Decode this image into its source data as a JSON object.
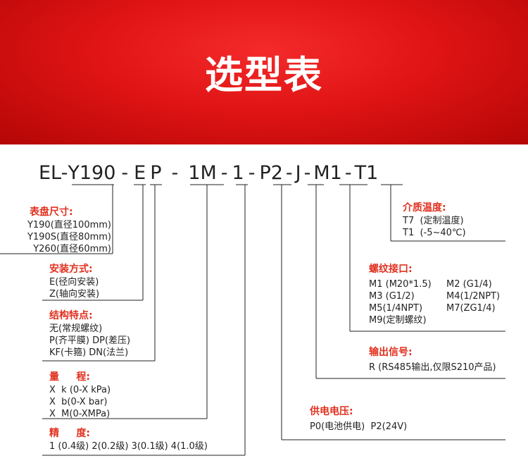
{
  "banner": {
    "title": "选型表"
  },
  "model_code": [
    "EL-",
    "Y190",
    "-",
    "E",
    "P",
    "-",
    "1M",
    "-",
    "1",
    "-",
    "P2",
    "-",
    "J",
    "-",
    "M1",
    "-",
    "T1"
  ],
  "groups": {
    "dial_size": {
      "title": "表盘尺寸:",
      "lines": [
        "Y190(直径100mm)",
        "Y190S(直径80mm)",
        "Y260(直径60mm)"
      ]
    },
    "mounting": {
      "title": "安装方式:",
      "lines": [
        "E(径向安装)",
        "Z(轴向安装)"
      ]
    },
    "structure": {
      "title": "结构特点:",
      "lines": [
        "无(常规螺纹)",
        "P(齐平膜) DP(差压)",
        "KF(卡箍)  DN(法兰)"
      ]
    },
    "range": {
      "title": "量     程:",
      "lines": [
        "X  k (0-X kPa)",
        "X  b(0-X bar)",
        "X  M(0-XMPa)"
      ]
    },
    "accuracy": {
      "title": "精     度:",
      "lines": [
        "1 (0.4级) 2(0.2级) 3(0.1级) 4(1.0级)"
      ]
    },
    "medium_temp": {
      "title": "介质温度:",
      "lines": [
        "T7  (定制温度)",
        "T1  (-5~40℃)"
      ]
    },
    "thread": {
      "title": "螺纹接口:",
      "rows": [
        [
          "M1 (M20*1.5)",
          "M2 (G1/4)"
        ],
        [
          "M3 (G1/2)",
          "M4(1/2NPT)"
        ],
        [
          "M5(1/4NPT)",
          "M7(ZG1/4)"
        ],
        [
          "M9(定制螺纹)",
          ""
        ]
      ]
    },
    "output": {
      "title": "输出信号:",
      "lines": [
        "R (RS485输出,仅限S210产品)"
      ]
    },
    "power": {
      "title": "供电电压:",
      "lines": [
        "P0(电池供电)  P2(24V)"
      ]
    }
  },
  "colors": {
    "banner_red": "#e01414",
    "heading_red": "#e0311f",
    "line": "#222222"
  }
}
